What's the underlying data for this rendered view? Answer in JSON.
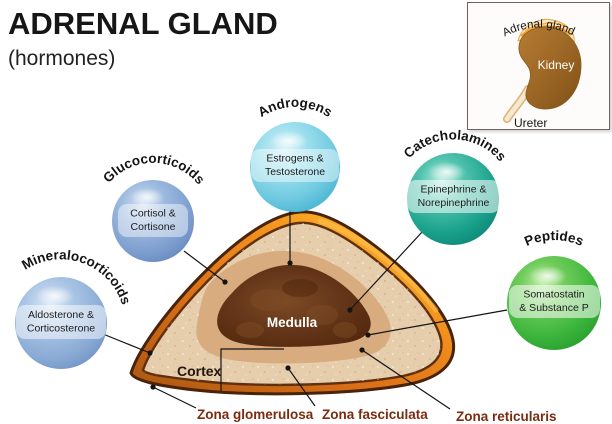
{
  "title": "ADRENAL GLAND",
  "subtitle": "(hormones)",
  "inset": {
    "adrenal_label": "Adrenal gland",
    "kidney_label": "Kidney",
    "ureter_label": "Ureter"
  },
  "balls": [
    {
      "name": "Mineralocorticoids",
      "line1": "Aldosterone &",
      "line2": "Corticosterone",
      "color": "#88a9d4"
    },
    {
      "name": "Glucocorticoids",
      "line1": "Cortisol &",
      "line2": "Cortisone",
      "color": "#7b9cce"
    },
    {
      "name": "Androgens",
      "line1": "Estrogens &",
      "line2": "Testosterone",
      "color": "#6fc9e0"
    },
    {
      "name": "Catecholamines",
      "line1": "Epinephrine &",
      "line2": "Norepinephrine",
      "color": "#1aa28c"
    },
    {
      "name": "Peptides",
      "line1": "Somatostatin",
      "line2": "& Substance P",
      "color": "#3cb53c"
    }
  ],
  "gland": {
    "medulla_label": "Medulla",
    "cortex_label": "Cortex",
    "zona_labels": [
      "Zona glomerulosa",
      "Zona fasciculata",
      "Zona reticularis"
    ]
  },
  "palette": {
    "capsule_orange": "#f08c1c",
    "capsule_highlight": "#fdc13a",
    "cortex_tan": "#e6cdab",
    "reticularis_tan": "#d8ac7e",
    "medulla_brown": "#653619",
    "outline_brown": "#49230a",
    "zona_text": "#7b2c10",
    "kidney_brown": "#a06a28"
  }
}
